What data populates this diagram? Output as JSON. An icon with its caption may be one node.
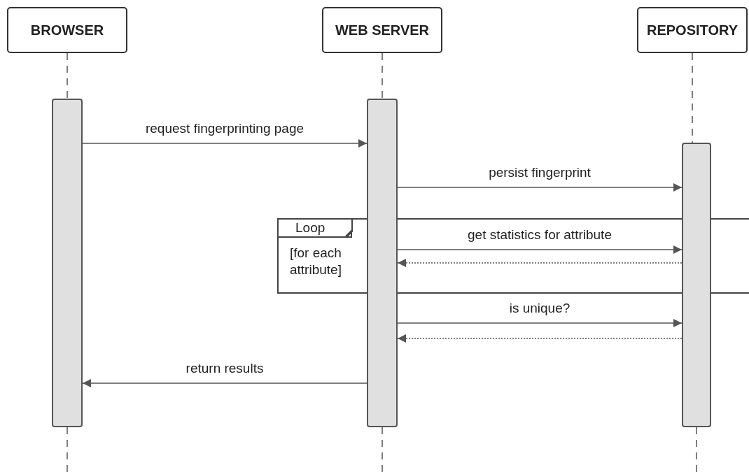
{
  "diagram": {
    "nodes": [
      {
        "text": [
          "BROWSER"
        ]
      },
      {
        "text": [
          "WEB SERVER"
        ]
      },
      {
        "text": [
          "REPOSITORY"
        ]
      },
      {
        "text": [],
        "shape": "bar"
      },
      {
        "text": [],
        "shape": "bar"
      },
      {
        "text": [],
        "shape": "bar"
      },
      {
        "text": [
          "Loop",
          "[for each attribute]"
        ]
      }
    ],
    "edges": [
      {
        "from": 3,
        "to": 4,
        "arrow": "to",
        "label": "request fingerprinting page"
      },
      {
        "from": 4,
        "to": 5,
        "arrow": "to",
        "label": "persist fingerprint"
      },
      {
        "from": 4,
        "to": 5,
        "arrow": "to",
        "label": "get statistics for attribute"
      },
      {
        "from": 5,
        "to": 4,
        "arrow": "to",
        "style": "dashed"
      },
      {
        "from": 4,
        "to": 5,
        "arrow": "to",
        "label": "is unique?"
      },
      {
        "from": 5,
        "to": 4,
        "arrow": "to",
        "style": "dashed"
      },
      {
        "from": 4,
        "to": 3,
        "arrow": "to",
        "label": "return results"
      },
      {
        "from": 0,
        "to": 3,
        "arrow": "none",
        "style": "dashed"
      },
      {
        "from": 1,
        "to": 4,
        "arrow": "none",
        "style": "dashed"
      },
      {
        "from": 2,
        "to": 5,
        "arrow": "none",
        "style": "dashed"
      },
      {
        "from": 3,
        "to": null,
        "arrow": "none",
        "style": "dashed"
      },
      {
        "from": 4,
        "to": null,
        "arrow": "none",
        "style": "dashed"
      },
      {
        "from": 5,
        "to": null,
        "arrow": "none",
        "style": "dashed"
      }
    ]
  }
}
